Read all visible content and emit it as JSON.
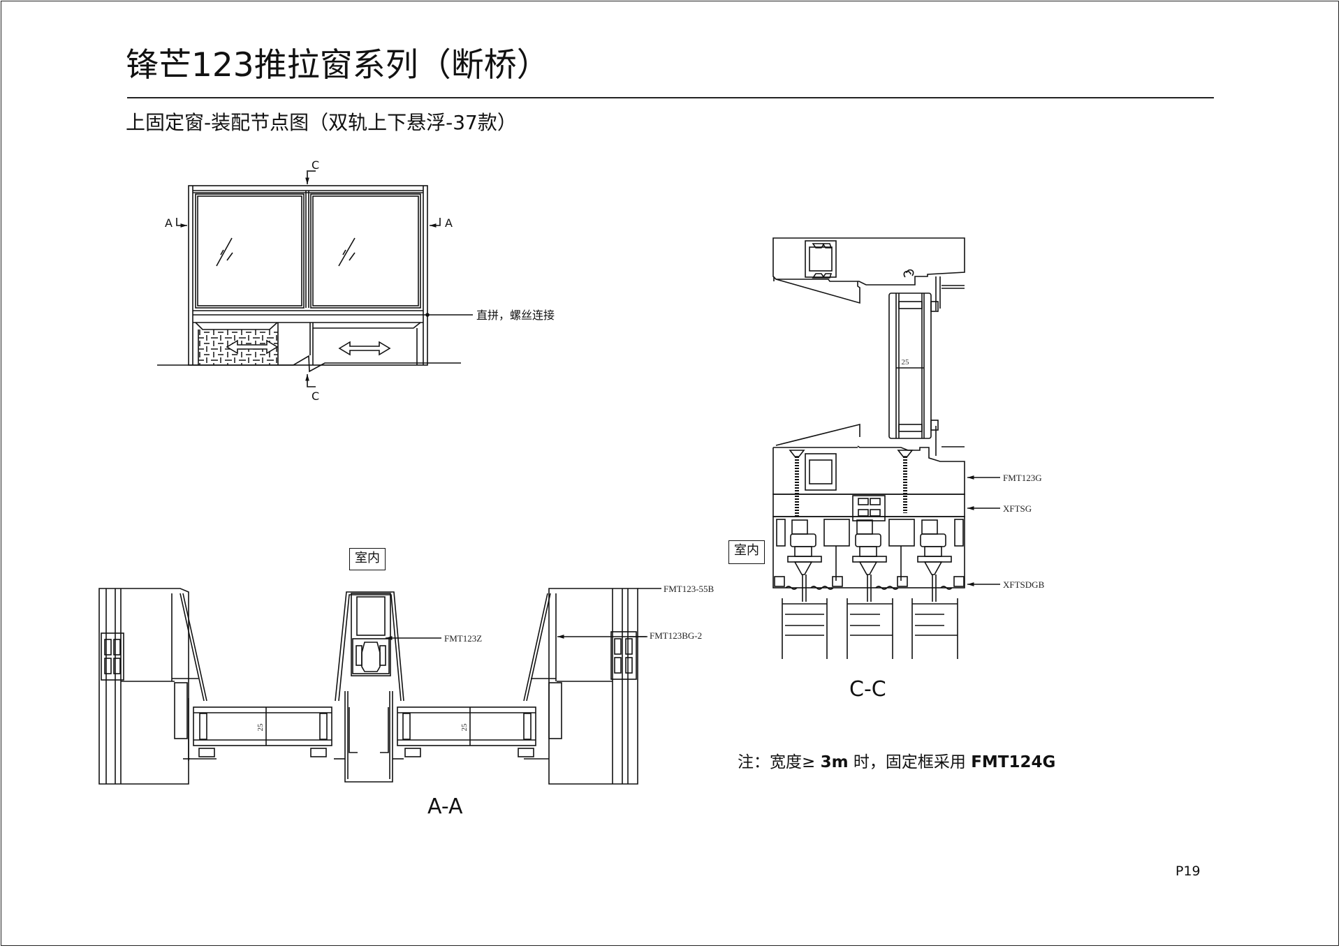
{
  "document": {
    "title": "锋芒123推拉窗系列（断桥）",
    "subtitle": "上固定窗-装配节点图（双轨上下悬浮-37款）",
    "page_number": "P19"
  },
  "elevation": {
    "section_markers": {
      "top": "C",
      "bottom": "C",
      "left": "A",
      "right": "A"
    },
    "annotation": "直拼，螺丝连接"
  },
  "section_aa": {
    "title": "A-A",
    "indoor_label": "室内",
    "glass_dimension_left": "25",
    "glass_dimension_right": "25",
    "callouts": [
      "FMT123Z",
      "FMT123-55B",
      "FMT123BG-2"
    ]
  },
  "section_cc": {
    "title": "C-C",
    "indoor_label": "室内",
    "glass_dimension": "25",
    "callouts": [
      "FMT123G",
      "XFTSG",
      "XFTSDGB"
    ]
  },
  "note": {
    "prefix": "注：宽度≥ ",
    "value": "3m",
    "middle": " 时，固定框采用 ",
    "model": "FMT124G"
  },
  "colors": {
    "line": "#111111",
    "background": "#ffffff"
  }
}
